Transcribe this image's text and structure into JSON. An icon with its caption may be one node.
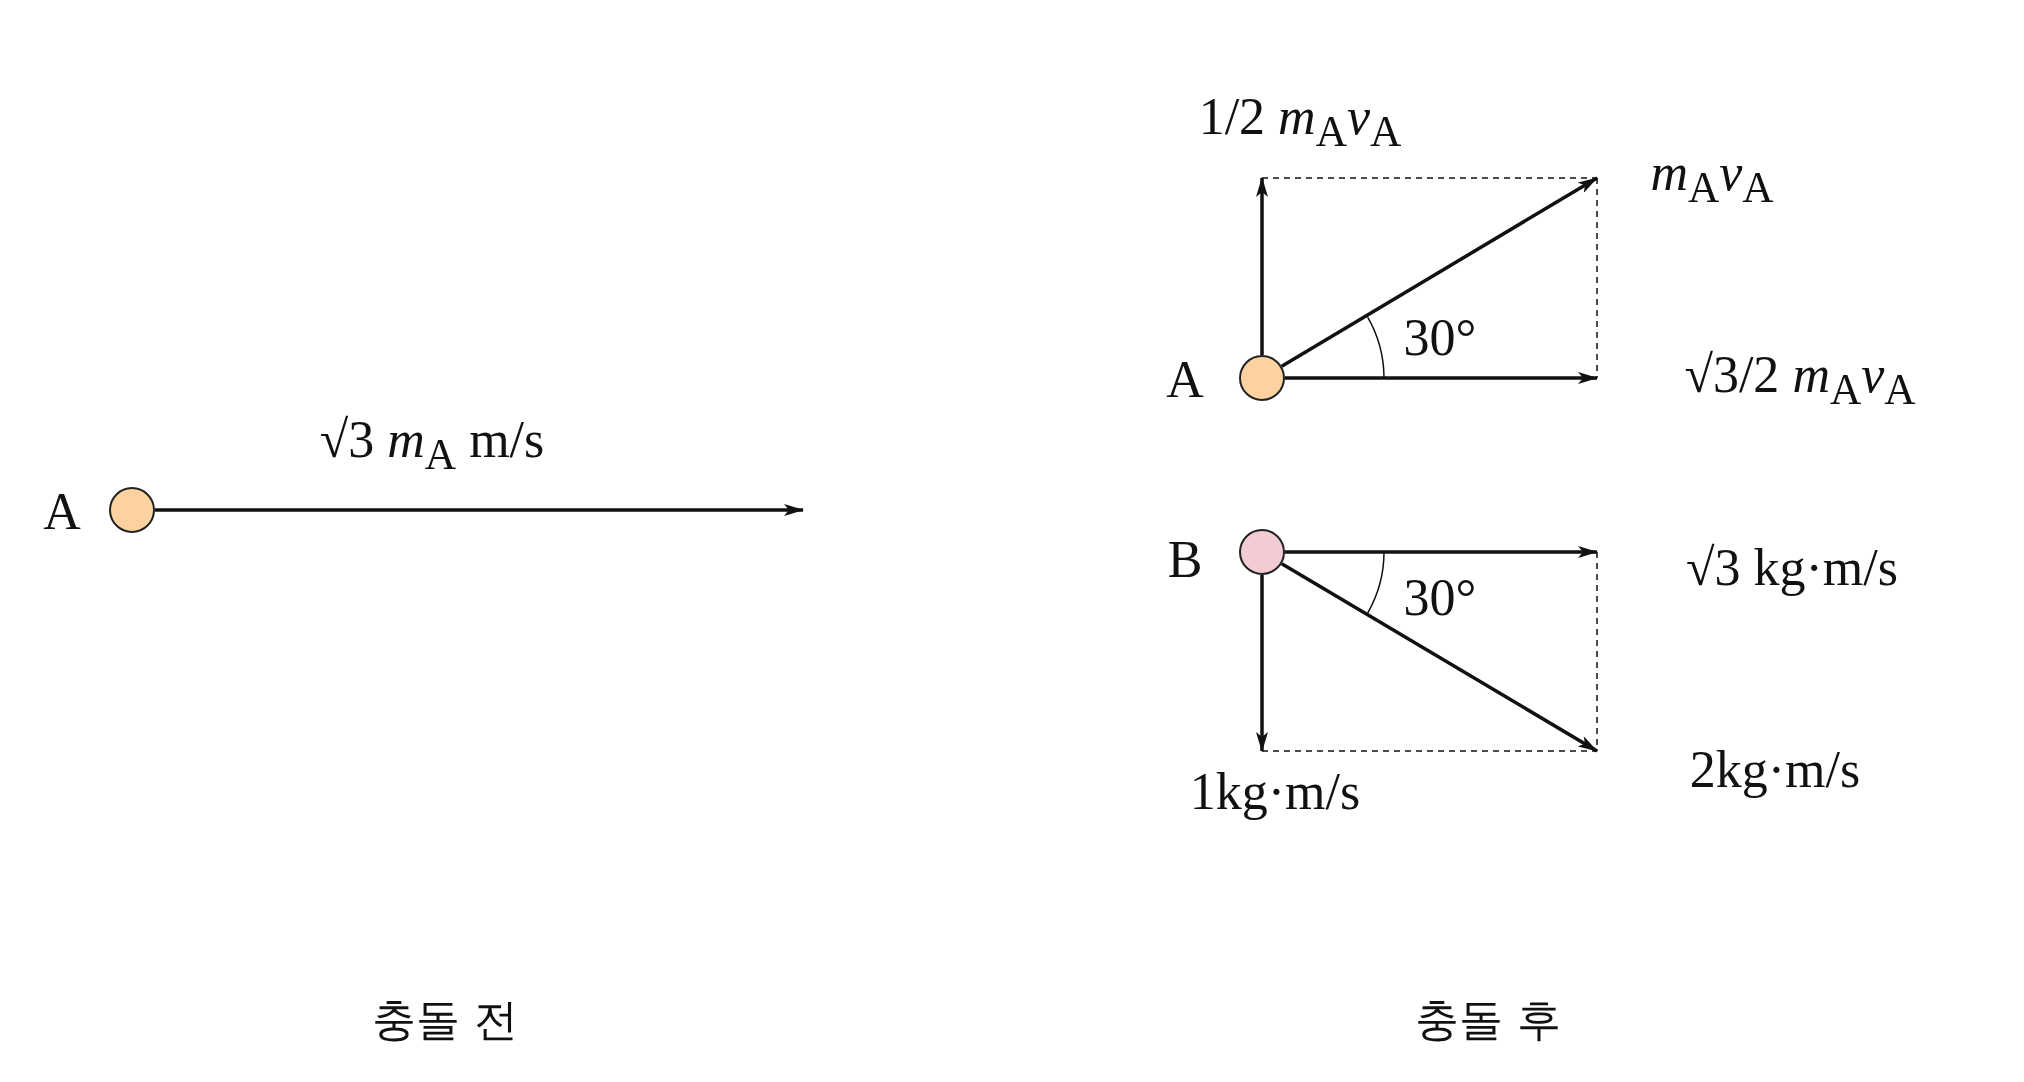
{
  "diagram": {
    "nodes": [
      {
        "text": [],
        "shape": "circle",
        "beside": [
          "A"
        ]
      },
      {
        "text": [],
        "shape": "circle",
        "beside": [
          "A"
        ]
      },
      {
        "text": [],
        "shape": "circle",
        "beside": [
          "B"
        ]
      }
    ],
    "edges": [
      {
        "from": 0,
        "to": null,
        "arrow": "to",
        "label": "√3 *m*$_{A}$ m/s"
      },
      {
        "from": 1,
        "to": null,
        "arrow": "to",
        "label": "1/2 *m*$_{A}$*v*$_{A}$"
      },
      {
        "from": 1,
        "to": null,
        "arrow": "to",
        "label": "*m*$_{A}$*v*$_{A}$"
      },
      {
        "from": 1,
        "to": null,
        "arrow": "to",
        "label": "√3/2 *m*$_{A}$*v*$_{A}$"
      },
      {
        "from": 2,
        "to": null,
        "arrow": "to",
        "label": "√3 kg·m/s"
      },
      {
        "from": 2,
        "to": null,
        "arrow": "to",
        "label": "1kg·m/s"
      },
      {
        "from": 2,
        "to": null,
        "arrow": "to",
        "label": "2kg·m/s"
      }
    ],
    "labels": [
      "30°",
      "30°",
      "충돌 전",
      "충돌 후"
    ]
  }
}
